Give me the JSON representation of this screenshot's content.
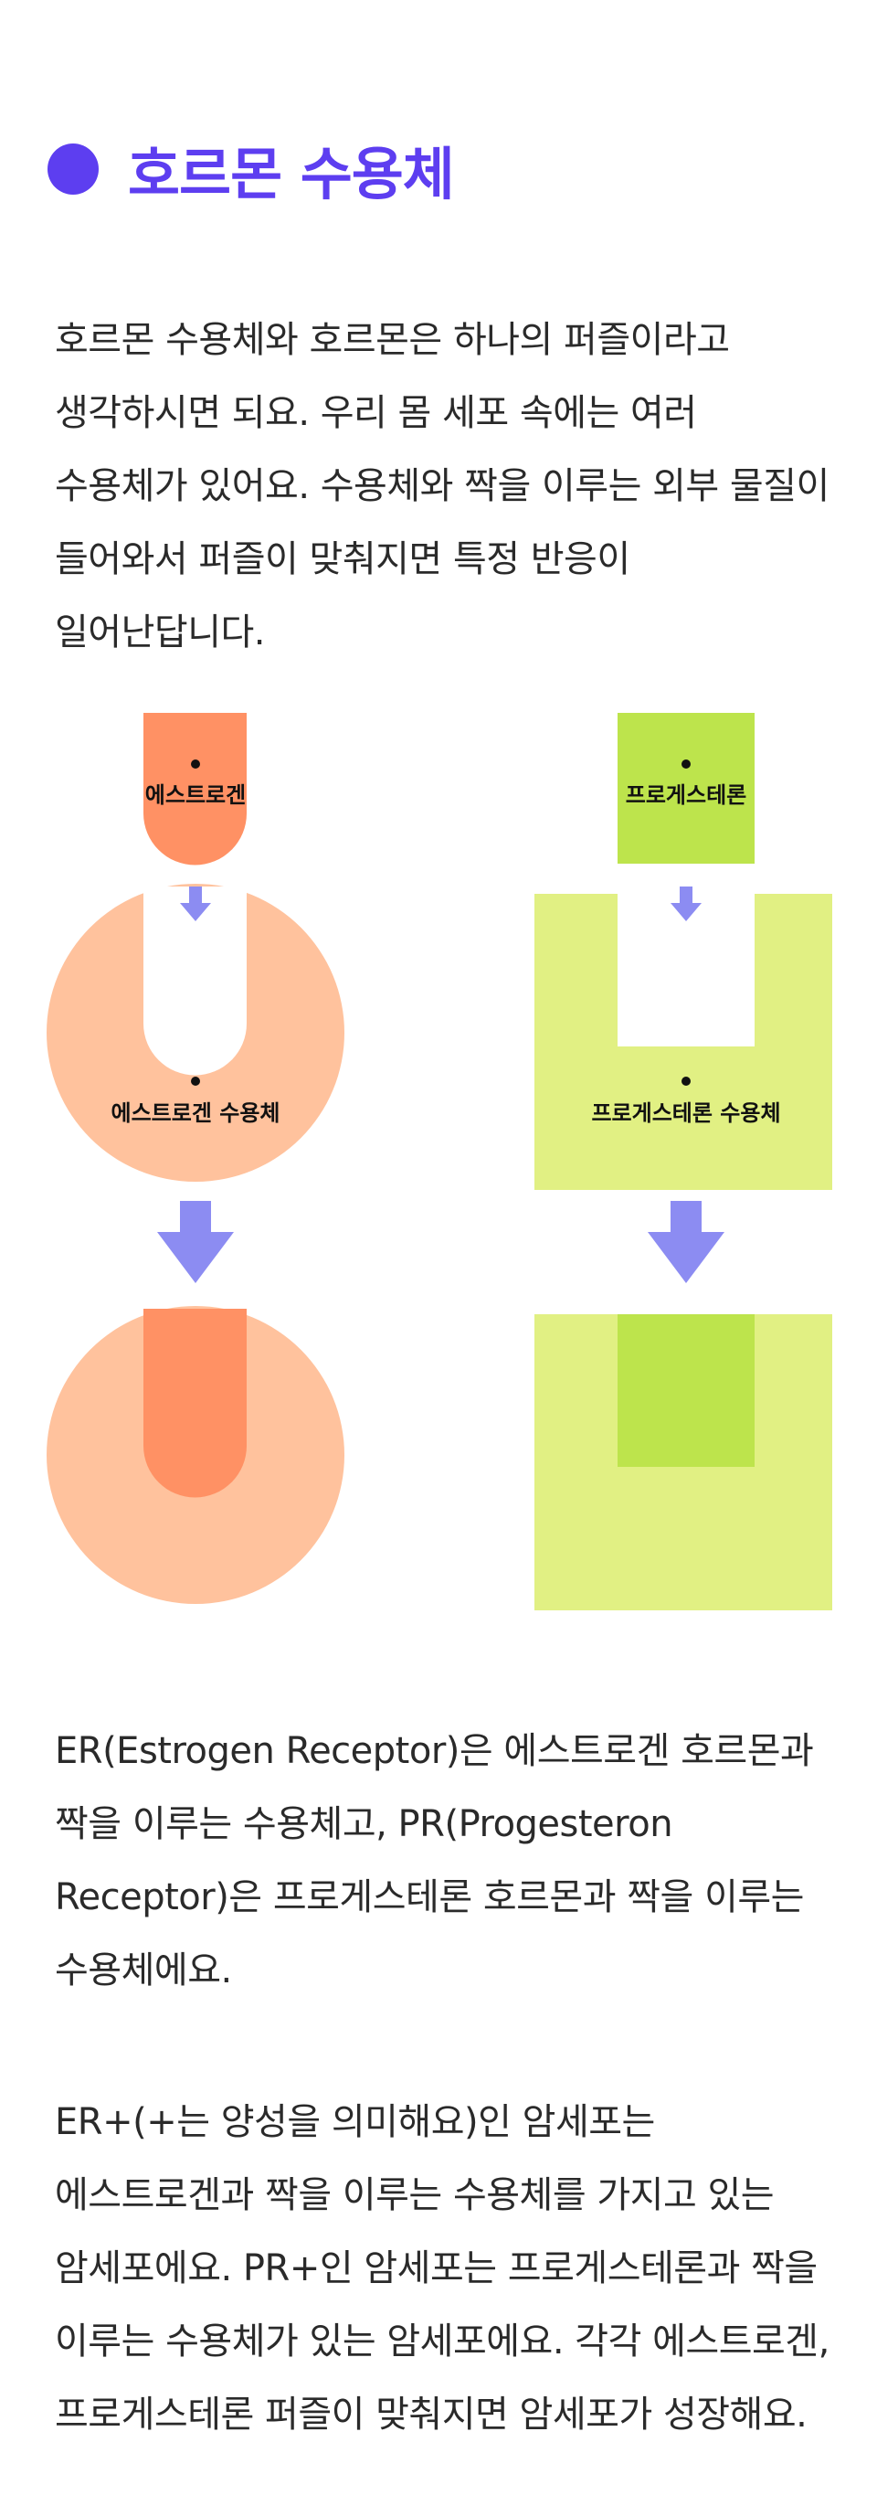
{
  "section": {
    "title": "호르몬 수용체"
  },
  "intro": "호르몬 수용체와 호르몬은 하나의 퍼즐이라고 생각하시면 되요. 우리 몸 세포 속에는 여러 수용체가 있어요. 수용체와 짝을 이루는 외부 물질이 들어와서 퍼즐이 맞춰지면 특정 반응이 일어난답니다.",
  "diagram": {
    "estrogen": "에스트로겐",
    "estrogen_receptor": "에스트로겐 수용체",
    "progesterone": "프로게스테론",
    "progesterone_receptor": "프로게스테론 수용체",
    "colors": {
      "estrogen": "#ff9164",
      "estrogen_receptor": "#ffc29d",
      "progesterone": "#bde44c",
      "progesterone_receptor": "#e1f083",
      "arrow": "#8c8cf2"
    }
  },
  "desc_er_pr": "ER(Estrogen Receptor)은 에스트로겐 호르몬과 짝을 이루는 수용체고, PR(Progesteron Receptor)은 프로게스테론 호르몬과 짝을 이루는 수용체에요.",
  "desc_positive": "ER+(+는 양성을 의미해요)인 암세포는 에스트로겐과 짝을 이루는 수용체를 가지고 있는 암세포에요. PR+인 암세포는 프로게스테론과 짝을 이루는 수용체가 있는 암세포에요. 각각 에스트로겐, 프로게스테론 퍼즐이 맞춰지면 암세포가 성장해요."
}
